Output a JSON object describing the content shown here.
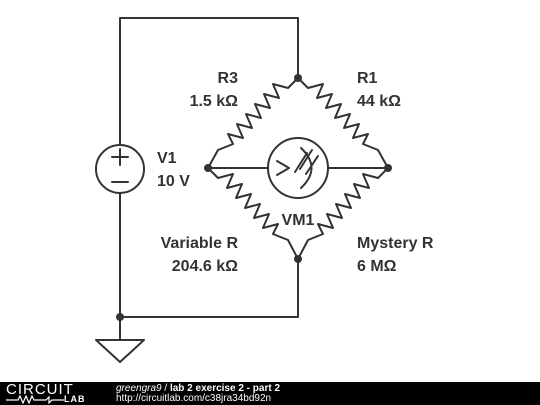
{
  "components": {
    "v1": {
      "name": "V1",
      "value": "10 V"
    },
    "r3": {
      "name": "R3",
      "value": "1.5 kΩ"
    },
    "r1": {
      "name": "R1",
      "value": "44 kΩ"
    },
    "variable_r": {
      "name": "Variable R",
      "value": "204.6 kΩ"
    },
    "mystery_r": {
      "name": "Mystery R",
      "value": "6 MΩ"
    },
    "vm1": {
      "name": "VM1"
    }
  },
  "footer": {
    "logo_word": "CIRCUIT",
    "logo_sub": "LAB",
    "user": "greengra9",
    "separator": " / ",
    "title": "lab 2 exercise 2 - part 2",
    "url": "http://circuitlab.com/c38jra34bd92n"
  },
  "colors": {
    "wire": "#333333",
    "background": "#ffffff",
    "footer": "#000000"
  }
}
